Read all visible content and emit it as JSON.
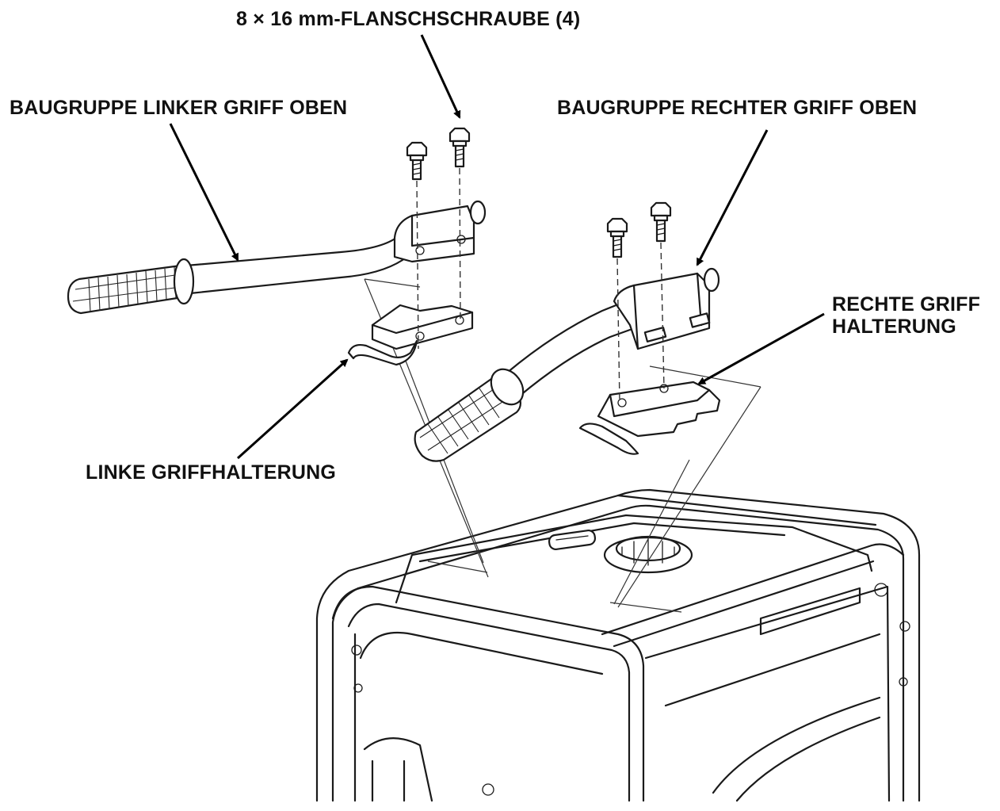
{
  "labels": {
    "screw": "8 × 16 mm-FLANSCHSCHRAUBE (4)",
    "left_handle": "BAUGRUPPE LINKER GRIFF OBEN",
    "right_handle": "BAUGRUPPE RECHTER GRIFF OBEN",
    "right_bracket_line1": "RECHTE GRIFF",
    "right_bracket_line2": "HALTERUNG",
    "left_bracket": "LINKE GRIFFHALTERUNG"
  },
  "colors": {
    "line": "#1a1a1a",
    "background": "#ffffff"
  }
}
